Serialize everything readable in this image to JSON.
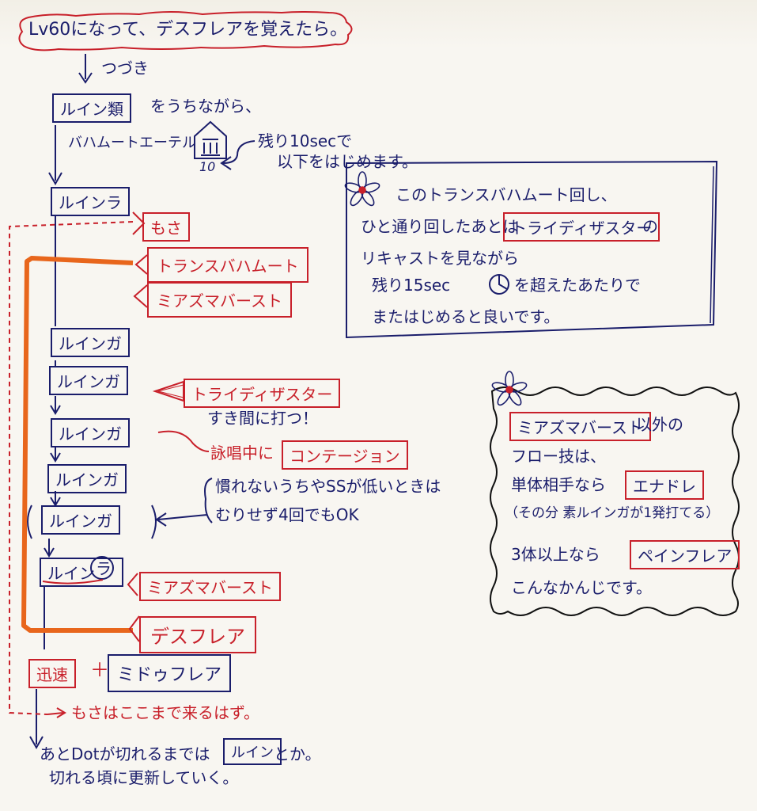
{
  "header": "Lv60になって、デスフレアを覚えたら。",
  "continue": "つづき",
  "ruin_class_box": "ルイン類",
  "ruin_class_suffix": "をうちながら、",
  "bahamut_aether": "バハムートエーテル",
  "icon_number": "10",
  "remaining_note_1": "残り10secで",
  "remaining_note_2": "以下をはじめます。",
  "steps": {
    "ruin_ra_1": "ルインラ",
    "ruin_ga_1": "ルインガ",
    "ruin_ga_2": "ルインガ",
    "ruin_ga_3": "ルインガ",
    "ruin_ga_4": "ルインガ",
    "ruin_ga_5": "ルインガ",
    "ruin_ra_2": "ルイン",
    "ruin_ra_2_circled": "ラ",
    "swiftcast": "迅速",
    "plus": "＋",
    "tri_flare": "ミドゥフレア"
  },
  "red_tags": {
    "mosa": "もさ",
    "trance": "トランスバハムート",
    "miasma_burst_1": "ミアズマバースト",
    "tri_disaster": "トライディザスター",
    "sukima": "すき間に打つ！",
    "eishou": "詠唱中に",
    "contagion": "コンテージョン",
    "miasma_burst_2": "ミアズマバースト",
    "deathflare": "デスフレア",
    "mosa_note": "もさはここまで来るはず。"
  },
  "ss_note_1": "慣れないうちやSSが低いときは",
  "ss_note_2": "むりせず4回でもOK",
  "footer_1a": "あとDotが切れるまでは",
  "footer_1_box": "ルイン",
  "footer_1b": "とか。",
  "footer_2": "切れる頃に更新していく。",
  "note1": {
    "line1": "このトランスバハムート回し、",
    "line2a": "ひと通り回したあとは",
    "line2_box": "トライディザスター",
    "line2b": "の",
    "line3": "リキャストを見ながら",
    "line4a": "残り15sec",
    "line4b": "を超えたあたりで",
    "line5": "またはじめると良いです。"
  },
  "note2": {
    "line1_box": "ミアズマバースト",
    "line1b": "以外の",
    "line2": "フロー技は、",
    "line3a": "単体相手なら",
    "line3_box": "エナドレ",
    "line4": "（その分 素ルインガが1発打てる）",
    "line5a": "3体以上なら",
    "line5_box": "ペインフレア",
    "line6": "こんなかんじです。"
  },
  "colors": {
    "navy": "#1a1d6b",
    "red": "#c8202a",
    "orange": "#e8661c"
  }
}
